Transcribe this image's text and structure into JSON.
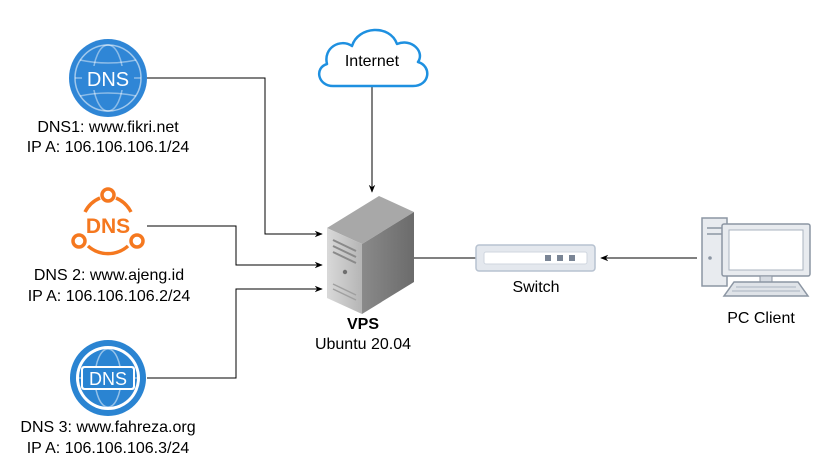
{
  "nodes": {
    "dns1": {
      "icon_text": "DNS",
      "name": "DNS1: www.fikri.net",
      "ip": "IP A: 106.106.106.1/24",
      "icon": "dns-globe-icon",
      "color": "#2f86d6"
    },
    "dns2": {
      "icon_text": "DNS",
      "name": "DNS 2: www.ajeng.id",
      "ip": "IP A: 106.106.106.2/24",
      "icon": "dns-network-icon",
      "color": "#f5781f"
    },
    "dns3": {
      "icon_text": "DNS",
      "name": "DNS 3: www.fahreza.org",
      "ip": "IP A: 106.106.106.3/24",
      "icon": "dns-badge-icon",
      "color": "#2a84d2"
    },
    "internet": {
      "label": "Internet",
      "icon": "cloud-icon",
      "color": "#1e90e0"
    },
    "vps": {
      "title": "VPS",
      "os": "Ubuntu 20.04",
      "icon": "server-tower-icon"
    },
    "switch": {
      "label": "Switch",
      "icon": "network-switch-icon"
    },
    "pc": {
      "label": "PC Client",
      "icon": "desktop-computer-icon"
    }
  }
}
